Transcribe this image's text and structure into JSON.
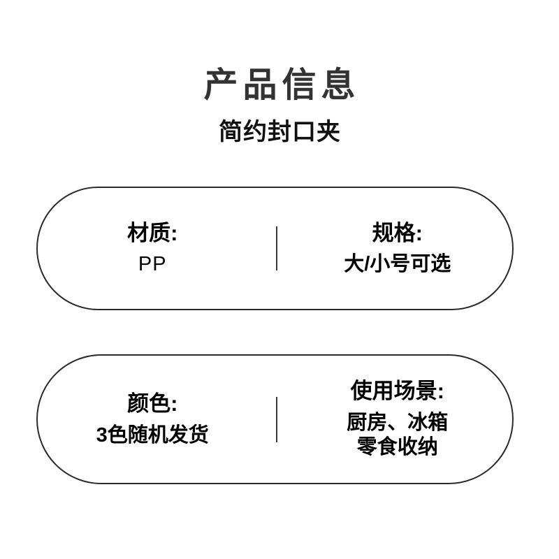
{
  "header": {
    "title": "产品信息",
    "subtitle": "简约封口夹"
  },
  "colors": {
    "title": "#333333",
    "text": "#000000",
    "border": "#2b2b2b",
    "divider": "#3a3a3a",
    "background": "#ffffff"
  },
  "capsules": [
    {
      "name": "material-and-size",
      "left": {
        "label": "材质:",
        "value": "PP"
      },
      "right": {
        "label": "规格:",
        "value": "大/小号可选"
      }
    },
    {
      "name": "color-and-usage",
      "left": {
        "label": "颜色:",
        "value": "3色随机发货"
      },
      "right": {
        "label": "使用场景:",
        "value_line1": "厨房、冰箱",
        "value_line2": "零食收纳"
      }
    }
  ]
}
